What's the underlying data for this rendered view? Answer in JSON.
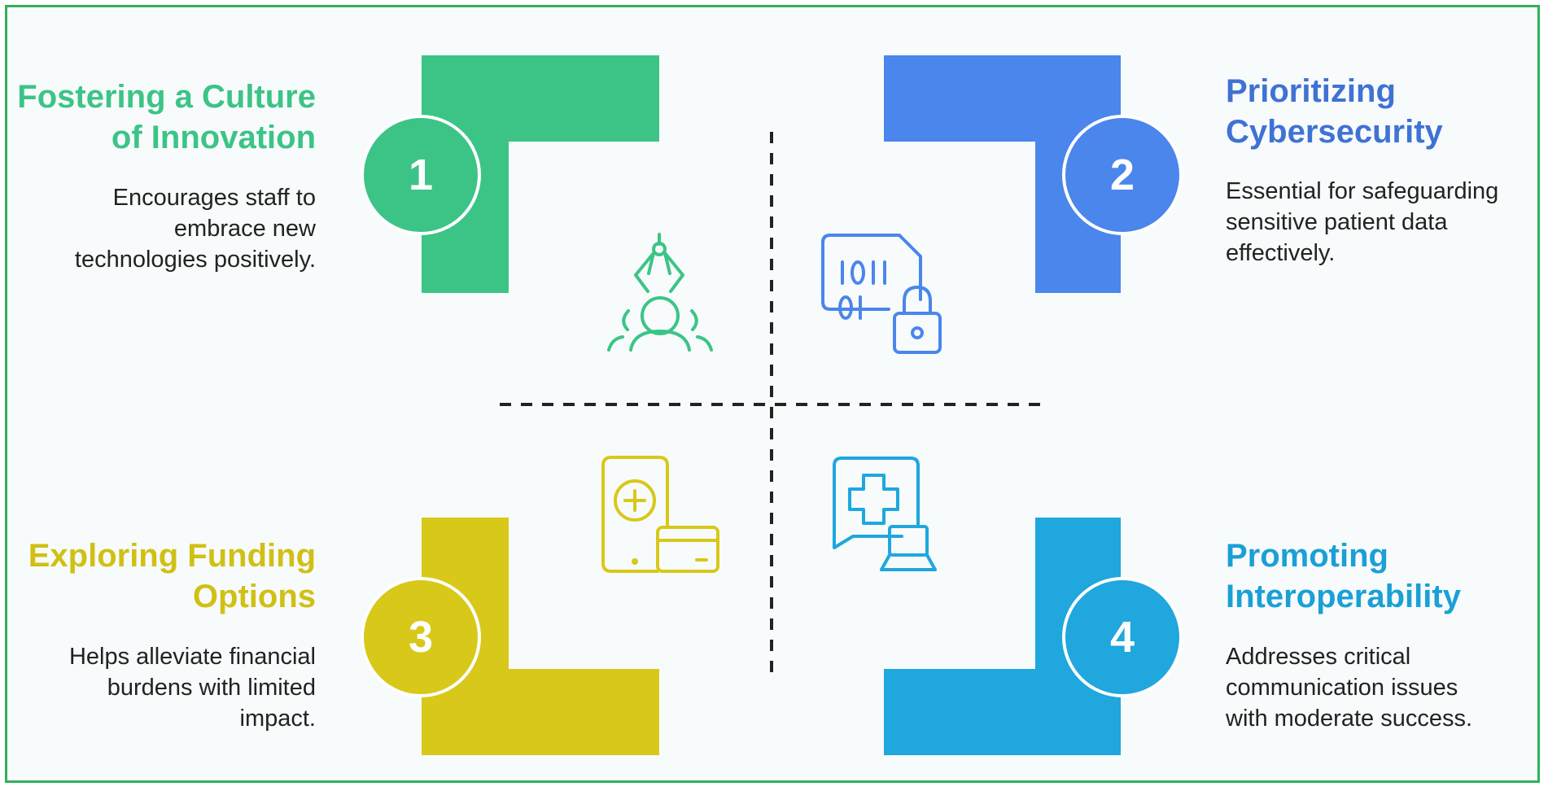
{
  "colors": {
    "green": "#3cc487",
    "blue": "#4a86ec",
    "yellow": "#d8c81a",
    "cyan": "#1fa7de",
    "border": "#2fb15c",
    "divider": "#222222"
  },
  "items": [
    {
      "number": "1",
      "title_lines": [
        "Fostering a Culture",
        "of Innovation"
      ],
      "desc_lines": [
        "Encourages staff to",
        "embrace new",
        "technologies positively."
      ],
      "icon": "robot-arm-user-icon"
    },
    {
      "number": "2",
      "title_lines": [
        "Prioritizing",
        "Cybersecurity"
      ],
      "desc_lines": [
        "Essential for safeguarding",
        "sensitive patient data",
        "effectively."
      ],
      "icon": "binary-file-lock-icon"
    },
    {
      "number": "3",
      "title_lines": [
        "Exploring Funding",
        "Options"
      ],
      "desc_lines": [
        "Helps alleviate financial",
        "burdens with limited",
        "impact."
      ],
      "icon": "mobile-payment-card-icon"
    },
    {
      "number": "4",
      "title_lines": [
        "Promoting",
        "Interoperability"
      ],
      "desc_lines": [
        "Addresses critical",
        "communication issues",
        "with moderate success."
      ],
      "icon": "medical-chat-laptop-icon"
    }
  ]
}
